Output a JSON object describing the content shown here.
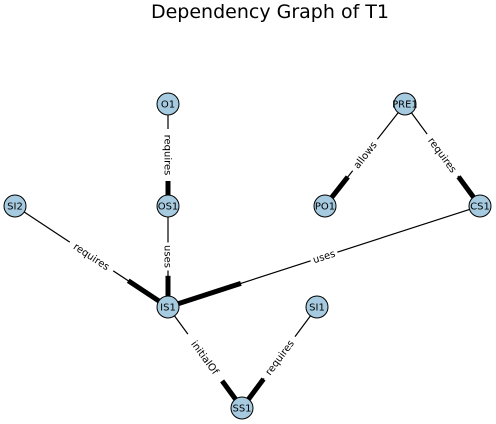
{
  "title": "Dependency Graph of T1",
  "colors": {
    "node_fill": "#a6cbe0",
    "node_stroke": "#000000",
    "edge": "#000000",
    "background": "#ffffff"
  },
  "nodes": [
    {
      "id": "O1",
      "label": "O1"
    },
    {
      "id": "PRE1",
      "label": "PRE1"
    },
    {
      "id": "SI2",
      "label": "SI2"
    },
    {
      "id": "OS1",
      "label": "OS1"
    },
    {
      "id": "PO1",
      "label": "PO1"
    },
    {
      "id": "CS1",
      "label": "CS1"
    },
    {
      "id": "IS1",
      "label": "IS1"
    },
    {
      "id": "SI1",
      "label": "SI1"
    },
    {
      "id": "SS1",
      "label": "SS1"
    }
  ],
  "edges": [
    {
      "source": "O1",
      "target": "OS1",
      "label": "requires"
    },
    {
      "source": "OS1",
      "target": "IS1",
      "label": "uses"
    },
    {
      "source": "SI2",
      "target": "IS1",
      "label": "requires"
    },
    {
      "source": "CS1",
      "target": "IS1",
      "label": "uses"
    },
    {
      "source": "PRE1",
      "target": "PO1",
      "label": "allows"
    },
    {
      "source": "PRE1",
      "target": "CS1",
      "label": "requires"
    },
    {
      "source": "IS1",
      "target": "SS1",
      "label": "initialOf"
    },
    {
      "source": "SI1",
      "target": "SS1",
      "label": "requires"
    }
  ]
}
